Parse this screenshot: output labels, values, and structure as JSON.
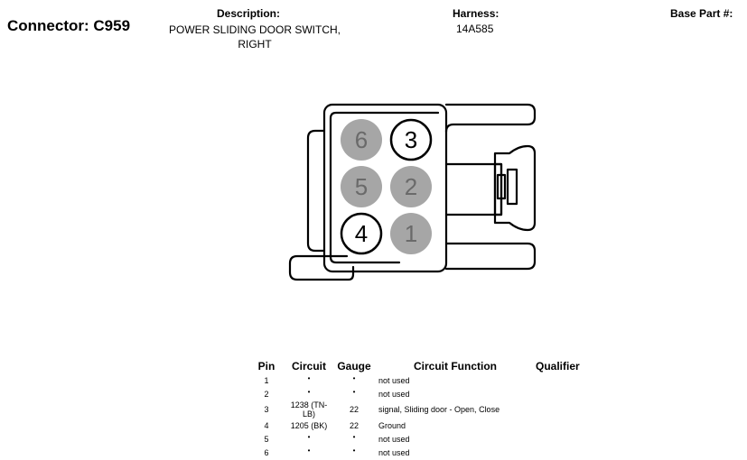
{
  "header": {
    "connector_title": "Connector: C959",
    "description_label": "Description:",
    "description_line1": "POWER SLIDING DOOR SWITCH,",
    "description_line2": "RIGHT",
    "harness_label": "Harness:",
    "harness_value": "14A585",
    "base_part_label": "Base Part #:"
  },
  "connector_pins": [
    {
      "number": "6",
      "filled": true
    },
    {
      "number": "3",
      "filled": false
    },
    {
      "number": "5",
      "filled": true
    },
    {
      "number": "2",
      "filled": true
    },
    {
      "number": "4",
      "filled": false
    },
    {
      "number": "1",
      "filled": true
    }
  ],
  "colors": {
    "unused_pin_fill": "#a6a6a6",
    "used_pin_fill": "#ffffff",
    "outline": "#000000"
  },
  "table": {
    "headers": {
      "pin": "Pin",
      "circuit": "Circuit",
      "gauge": "Gauge",
      "function": "Circuit Function",
      "qualifier": "Qualifier"
    },
    "rows": [
      {
        "pin": "1",
        "circuit": "•",
        "gauge": "•",
        "function": "not used",
        "qualifier": ""
      },
      {
        "pin": "2",
        "circuit": "•",
        "gauge": "•",
        "function": "not used",
        "qualifier": ""
      },
      {
        "pin": "3",
        "circuit": "1238 (TN-LB)",
        "gauge": "22",
        "function": "signal, Sliding door - Open, Close",
        "qualifier": ""
      },
      {
        "pin": "4",
        "circuit": "1205 (BK)",
        "gauge": "22",
        "function": "Ground",
        "qualifier": ""
      },
      {
        "pin": "5",
        "circuit": "•",
        "gauge": "•",
        "function": "not used",
        "qualifier": ""
      },
      {
        "pin": "6",
        "circuit": "•",
        "gauge": "•",
        "function": "not used",
        "qualifier": ""
      }
    ]
  }
}
